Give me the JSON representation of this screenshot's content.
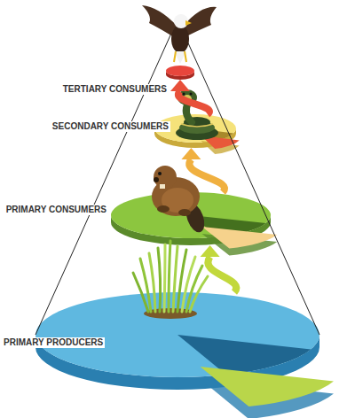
{
  "diagram": {
    "nodes": [
      {
        "text": [
          "TERTIARY CONSUMERS"
        ]
      },
      {
        "text": [
          "SECONDARY CONSUMERS"
        ]
      },
      {
        "text": [
          "PRIMARY CONSUMERS"
        ]
      },
      {
        "text": [
          "PRIMARY PRODUCERS"
        ]
      }
    ],
    "edges": [
      {
        "from": 3,
        "to": 2,
        "arrow": "to"
      },
      {
        "from": 2,
        "to": 1,
        "arrow": "to"
      },
      {
        "from": 1,
        "to": 0,
        "arrow": "to"
      }
    ]
  }
}
